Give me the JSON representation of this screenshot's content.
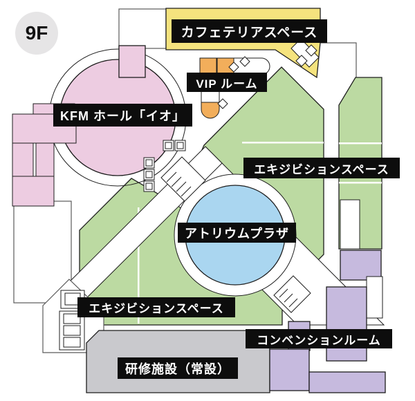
{
  "floor_badge": "9F",
  "areas": {
    "cafeteria": {
      "label": "カフェテリアスペース",
      "color": "#F5E37E"
    },
    "vip_room": {
      "label": "VIP ルーム",
      "color": "#F2AE5B"
    },
    "kfm_hall": {
      "label": "KFM ホール「イオ」",
      "color": "#EDCCE1"
    },
    "exhibition_right": {
      "label": "エキジビションスペース",
      "color": "#BCDAA2"
    },
    "atrium_plaza": {
      "label": "アトリウムプラザ",
      "color": "#AAD6F0"
    },
    "exhibition_bottom": {
      "label": "エキジビションスペース",
      "color": "#BCDAA2"
    },
    "convention_room": {
      "label": "コンベンションルーム",
      "color": "#C6BADE"
    },
    "training_facility": {
      "label": "研修施設（常設）",
      "color": "#C9C9CD"
    }
  },
  "badge_color": "#E6E5E6",
  "label_style": {
    "bg": "#0d0d0d",
    "text": "#ffffff"
  },
  "icons": [
    "elevator-icon",
    "escalator-icon",
    "stairs-icon"
  ]
}
